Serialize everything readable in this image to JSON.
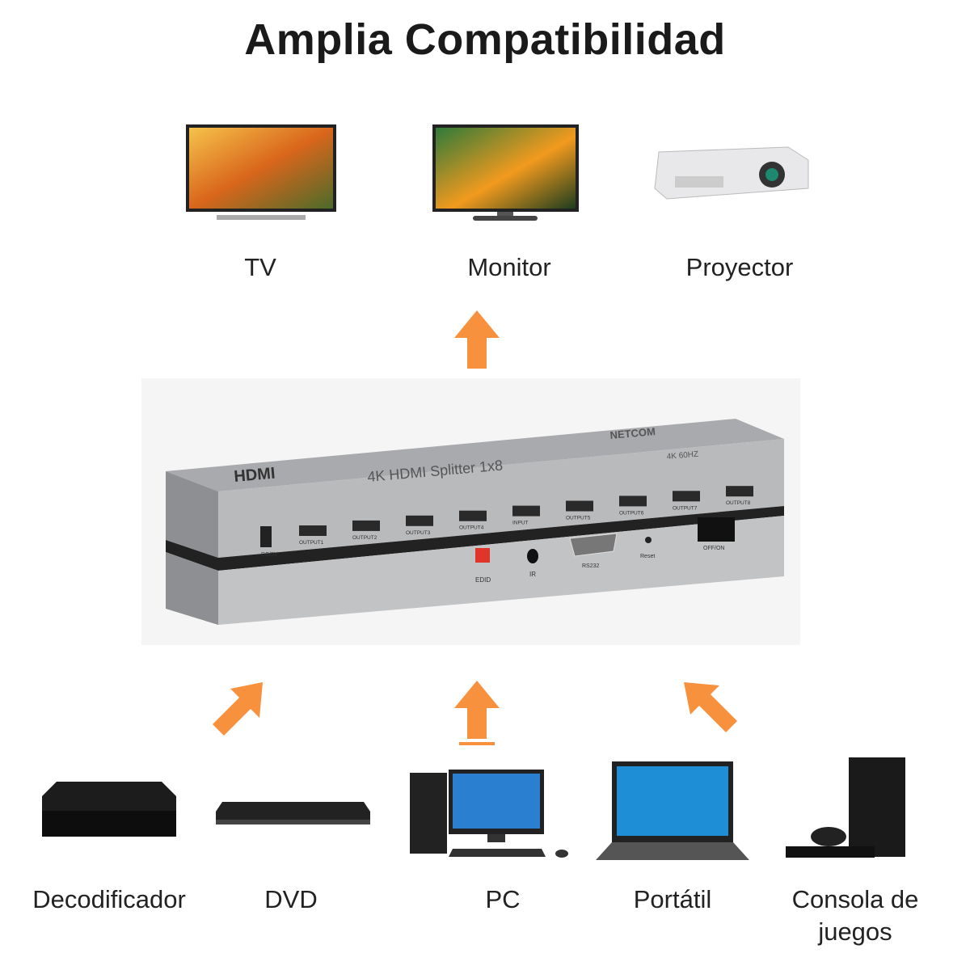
{
  "title": "Amplia Compatibilidad",
  "outputs": [
    {
      "label": "TV",
      "icon": "tv-icon"
    },
    {
      "label": "Monitor",
      "icon": "monitor-icon"
    },
    {
      "label": "Proyector",
      "icon": "projector-icon"
    }
  ],
  "inputs": [
    {
      "label": "Decodificador",
      "icon": "set-top-box-icon"
    },
    {
      "label": "DVD",
      "icon": "dvd-player-icon"
    },
    {
      "label": "PC",
      "icon": "desktop-pc-icon"
    },
    {
      "label": "Portátil",
      "icon": "laptop-icon"
    },
    {
      "label_line1": "Consola de",
      "label_line2": "juegos",
      "icon": "game-console-icon"
    }
  ],
  "device": {
    "logo": "HDMI",
    "brand": "NETCOM",
    "name": "4K HDMI Splitter 1x8",
    "spec": "4K 60HZ",
    "top_ports": [
      "OUTPUT1",
      "OUTPUT2",
      "OUTPUT3",
      "OUTPUT4",
      "INPUT",
      "OUTPUT5",
      "OUTPUT6",
      "OUTPUT7",
      "OUTPUT8"
    ],
    "power_label": "DC/5V",
    "bottom_ports": [
      "EDID",
      "IR",
      "RS232",
      "Reset",
      "OFF/ON"
    ]
  },
  "colors": {
    "arrow": "#f7913d",
    "device_body": "#b5b6b8",
    "text": "#222222"
  }
}
